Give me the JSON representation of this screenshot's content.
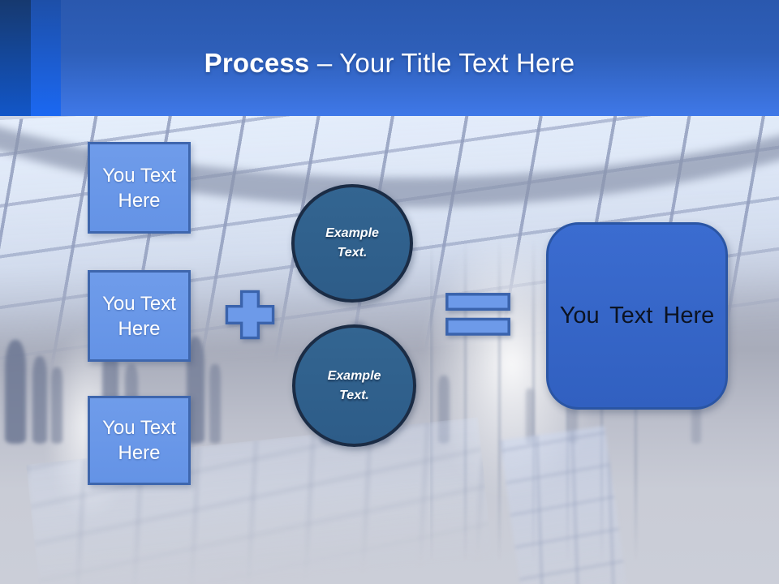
{
  "slide_title": {
    "keyword": "Process",
    "subtitle": " – Your Title Text Here"
  },
  "process_diagram": {
    "input_boxes": [
      {
        "label": "You Text Here"
      },
      {
        "label": "You Text Here"
      },
      {
        "label": "You Text Here"
      }
    ],
    "operators": {
      "plus_icon": "+",
      "equals_icon": "="
    },
    "example_circles": [
      {
        "label": "Example Text."
      },
      {
        "label": "Example Text."
      }
    ],
    "result_box": {
      "label": "You Text Here"
    }
  },
  "colors": {
    "header_gradient_top": "#2A58AE",
    "header_gradient_bottom": "#3F78E8",
    "stripe_dark": "#1256C8",
    "stripe_bright": "#1B68F2",
    "input_fill": "#6A98E9",
    "input_border": "#3E66AD",
    "operator_fill": "#6D9AE9",
    "operator_border": "#3A63AC",
    "circle_fill": "#30618F",
    "circle_border": "#1B2C45",
    "result_fill": "#3566C9",
    "result_border": "#2A55A4",
    "title_text": "#FFFFFF",
    "result_text": "#0C1322"
  }
}
